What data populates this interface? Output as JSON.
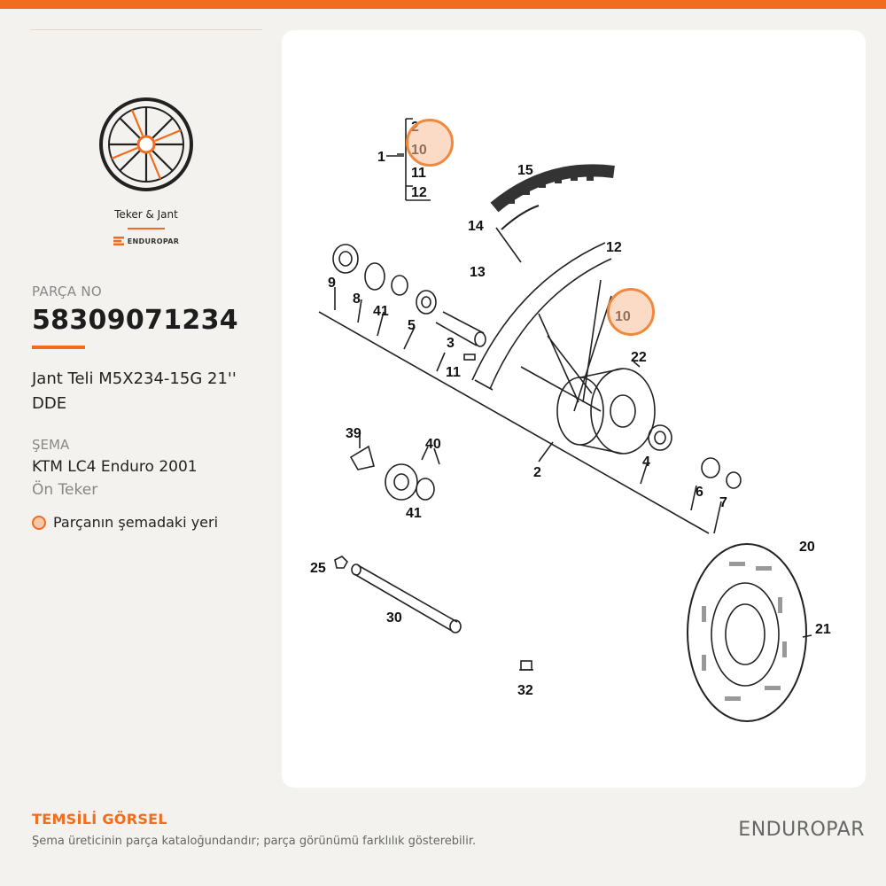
{
  "sidebar": {
    "category_label": "Teker & Jant",
    "brand_small": "ENDUROPAR",
    "part_no_label": "PARÇA NO",
    "part_no": "58309071234",
    "part_name": "Jant Teli M5X234-15G 21'' DDE",
    "schema_label": "ŞEMA",
    "schema_model": "KTM LC4 Enduro 2001",
    "schema_sub": "Ön Teker",
    "legend_text": "Parçanın şemadaki yeri"
  },
  "diagram": {
    "callouts": {
      "c1": "1",
      "c2top": "2",
      "c10top": "10",
      "c11top": "11",
      "c12top": "12",
      "c15": "15",
      "c14": "14",
      "c13": "13",
      "c12": "12",
      "c10": "10",
      "c9": "9",
      "c8": "8",
      "c41": "41",
      "c5": "5",
      "c3": "3",
      "c11": "11",
      "c22": "22",
      "c2": "2",
      "c4": "4",
      "c6": "6",
      "c7": "7",
      "c39": "39",
      "c40": "40",
      "c41b": "41",
      "c25": "25",
      "c30": "30",
      "c20": "20",
      "c21": "21",
      "c32": "32"
    },
    "highlighted_part": "10"
  },
  "footer": {
    "title": "TEMSİLİ GÖRSEL",
    "note": "Şema üreticinin parça kataloğundandır; parça görünümü farklılık gösterebilir.",
    "brand": "ENDUROPAR"
  },
  "colors": {
    "accent": "#f26c1d",
    "highlight_fill": "#f7c8aa"
  }
}
